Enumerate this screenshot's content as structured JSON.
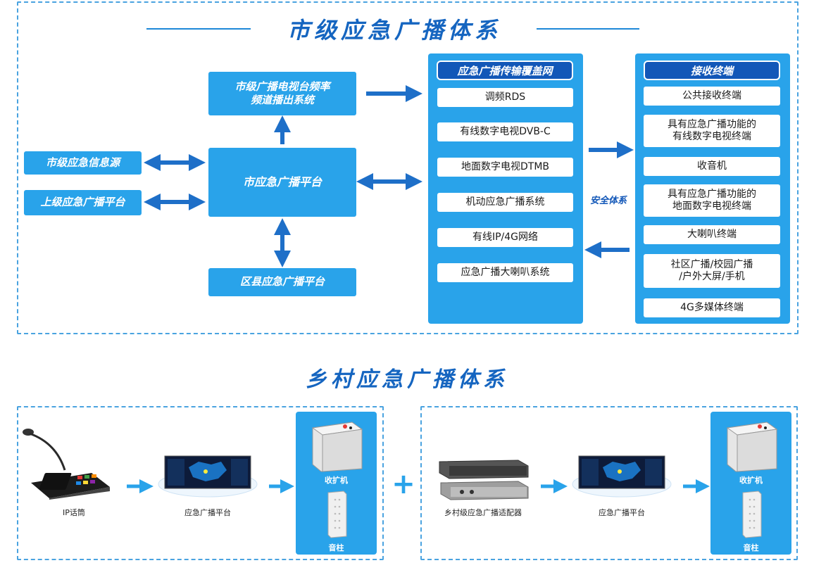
{
  "city": {
    "title": "市级应急广播体系",
    "tv_station": [
      "市级广播电视台频率",
      "频道播出系统"
    ],
    "info_source": "市级应急信息源",
    "upper_platform": "上级应急广播平台",
    "city_platform": "市应急广播平台",
    "district_platform": "区县应急广播平台",
    "safety": "安全体系",
    "network": {
      "heading": "应急广播传输覆盖网",
      "items": [
        "调频RDS",
        "有线数字电视DVB-C",
        "地面数字电视DTMB",
        "机动应急广播系统",
        "有线IP/4G网络",
        "应急广播大喇叭系统"
      ]
    },
    "terminals": {
      "heading": "接收终端",
      "items": [
        [
          "公共接收终端"
        ],
        [
          "具有应急广播功能的",
          "有线数字电视终端"
        ],
        [
          "收音机"
        ],
        [
          "具有应急广播功能的",
          "地面数字电视终端"
        ],
        [
          "大喇叭终端"
        ],
        [
          "社区广播/校园广播",
          "/户外大屏/手机"
        ],
        [
          "4G多媒体终端"
        ]
      ]
    }
  },
  "rural": {
    "title": "乡村应急广播体系",
    "left": {
      "source_label": "IP话筒",
      "platform_label": "应急广播平台",
      "amp_label": "收扩机",
      "speaker_label": "音柱"
    },
    "plus": "+",
    "right": {
      "source_label": "乡村级应急广播适配器",
      "platform_label": "应急广播平台",
      "amp_label": "收扩机",
      "speaker_label": "音柱"
    }
  },
  "colors": {
    "block": "#29a3ea",
    "heading": "#1257b8",
    "title": "#1565c0",
    "arrow": "#1e6fc8",
    "dash": "#4aa3e0"
  }
}
